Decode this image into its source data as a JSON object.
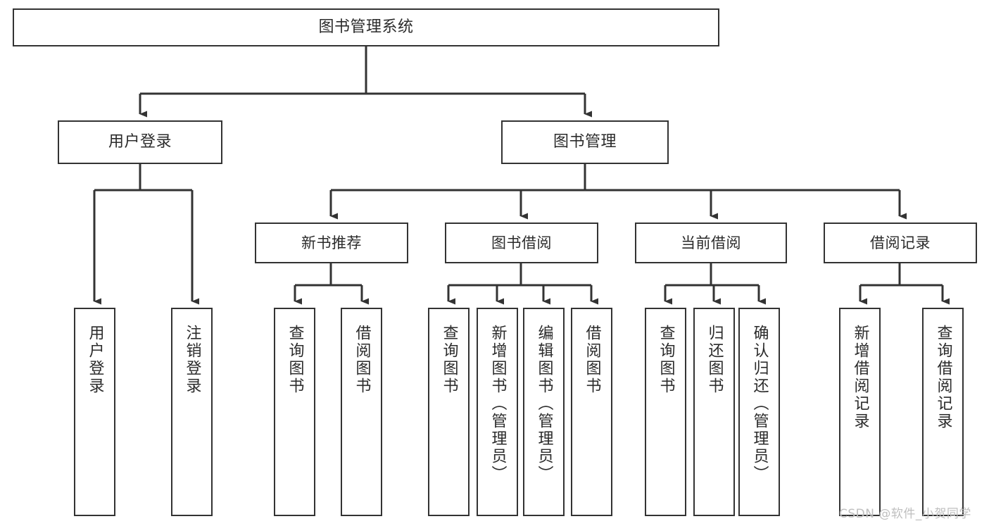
{
  "diagram": {
    "title": "图书管理系统",
    "type": "tree-hierarchy",
    "line_color": "#333333",
    "box_fill": "#ffffff",
    "text_color": "#2b2b2b",
    "nodes": {
      "root": {
        "label": "图书管理系统"
      },
      "level1": [
        {
          "label": "用户登录"
        },
        {
          "label": "图书管理"
        }
      ],
      "level2": [
        {
          "label": "新书推荐"
        },
        {
          "label": "图书借阅"
        },
        {
          "label": "当前借阅"
        },
        {
          "label": "借阅记录"
        }
      ],
      "leaves": {
        "user_login": [
          {
            "label": "用户登录"
          },
          {
            "label": "注销登录"
          }
        ],
        "new_book_recommend": [
          {
            "label": "查询图书"
          },
          {
            "label": "借阅图书"
          }
        ],
        "book_borrow": [
          {
            "label": "查询图书"
          },
          {
            "label": "新增图书（管理员）"
          },
          {
            "label": "编辑图书（管理员）"
          },
          {
            "label": "借阅图书"
          }
        ],
        "current_borrow": [
          {
            "label": "查询图书"
          },
          {
            "label": "归还图书"
          },
          {
            "label": "确认归还（管理员）"
          }
        ],
        "borrow_record": [
          {
            "label": "新增借阅记录"
          },
          {
            "label": "查询借阅记录"
          }
        ]
      }
    }
  },
  "watermark": {
    "text": "CSDN @软件_小贺同学",
    "color": "#bfbfbf"
  }
}
